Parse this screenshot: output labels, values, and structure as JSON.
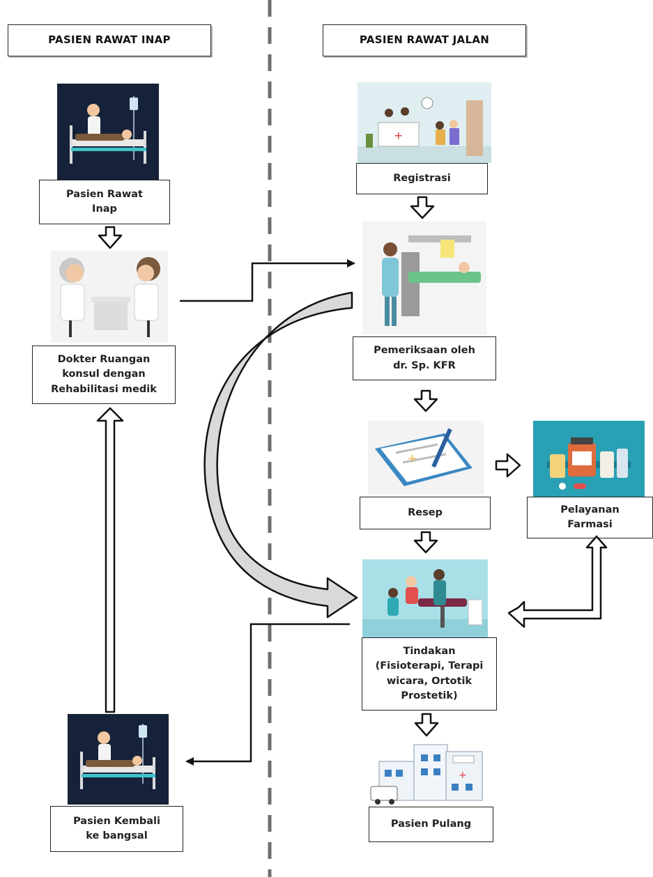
{
  "columns": {
    "left_header": "PASIEN RAWAT INAP",
    "right_header": "PASIEN RAWAT JALAN"
  },
  "nodes": {
    "inpatient": "Pasien Rawat\nInap",
    "consult": "Dokter Ruangan\nkonsul dengan\nRehabilitasi medik",
    "registration": "Registrasi",
    "exam": "Pemeriksaan oleh\ndr. Sp. KFR",
    "prescription": "Resep",
    "pharmacy": "Pelayanan\nFarmasi",
    "treatment": "Tindakan\n(Fisioterapi, Terapi\nwicara, Ortotik\nProstetik)",
    "discharge": "Pasien Pulang",
    "return_ward": "Pasien Kembali\nke bangsal"
  },
  "icons": {
    "inpatient": "patient-bed-illustration",
    "consult": "doctor-consultation-illustration",
    "registration": "hospital-reception-illustration",
    "exam": "medical-examination-illustration",
    "prescription": "prescription-clipboard-illustration",
    "pharmacy": "medicine-bottles-illustration",
    "treatment": "physiotherapy-illustration",
    "discharge": "hospital-building-illustration",
    "return_ward": "patient-bed-illustration"
  },
  "colors": {
    "navy": "#16223a",
    "teal": "#2aa0b5",
    "divider": "#6f6f6f",
    "curved_arrow_fill": "#d9d9d9"
  }
}
